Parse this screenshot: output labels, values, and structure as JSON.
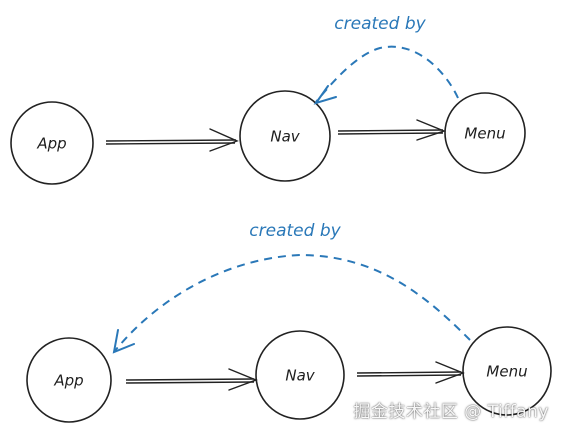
{
  "diagram_top": {
    "nodes": {
      "app": "App",
      "nav": "Nav",
      "menu": "Menu"
    },
    "relation_label": "created by"
  },
  "diagram_bottom": {
    "nodes": {
      "app": "App",
      "nav": "Nav",
      "menu": "Menu"
    },
    "relation_label": "created by"
  },
  "watermark": "掘金技术社区 @ Tiffany",
  "colors": {
    "ink": "#222222",
    "accent_blue": "#2a78b8"
  }
}
